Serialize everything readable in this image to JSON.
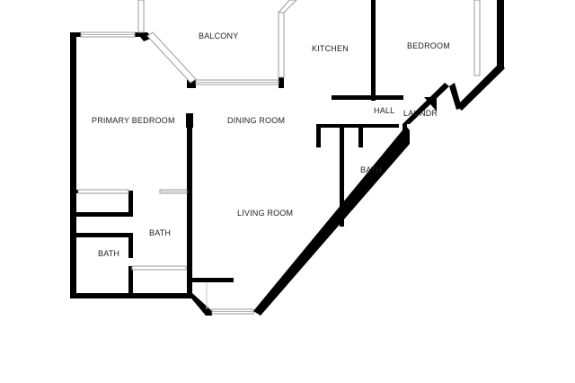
{
  "floor_plan": {
    "rooms": {
      "balcony": "BALCONY",
      "kitchen": "KITCHEN",
      "bedroom": "BEDROOM",
      "primary_bedroom": "PRIMARY BEDROOM",
      "dining_room": "DINING ROOM",
      "hall": "HALL",
      "laundry": "LAUNDRY",
      "bath_small_right": "BATH",
      "living_room": "LIVING ROOM",
      "bath_center_left": "BATH",
      "bath_lower_left": "BATH"
    },
    "colors": {
      "wall": "#000000",
      "window": "#9a9a9a",
      "background": "#ffffff"
    }
  }
}
